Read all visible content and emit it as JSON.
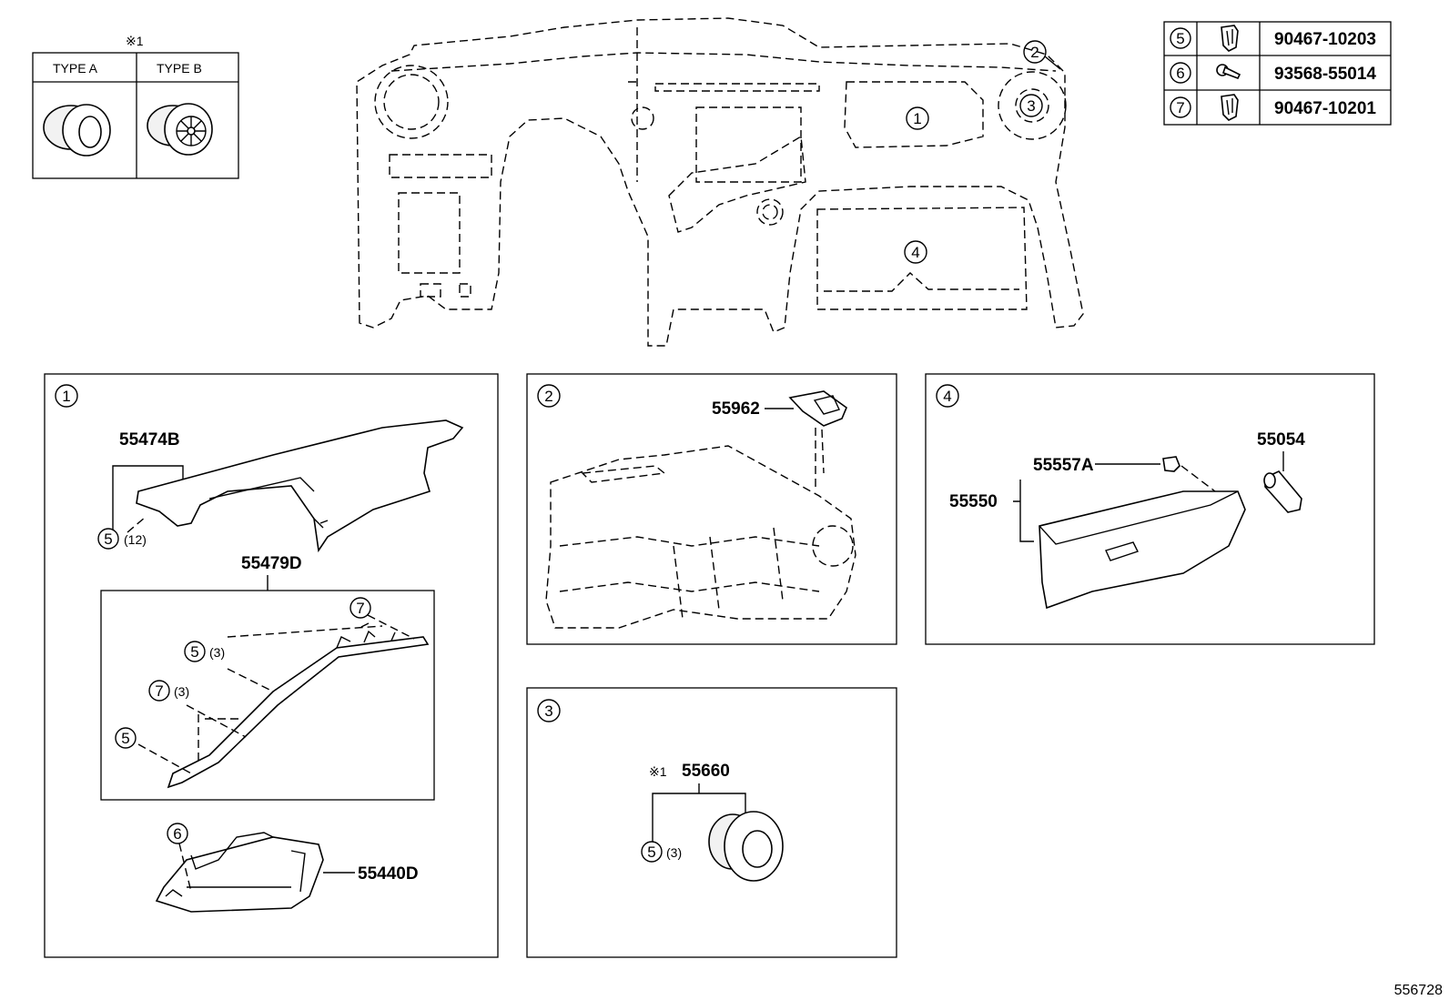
{
  "type_legend": {
    "note_mark": "※1",
    "type_a": "TYPE  A",
    "type_b": "TYPE  B"
  },
  "fastener_table": [
    {
      "ref": "5",
      "part_number": "90467-10203",
      "icon": "clip-icon"
    },
    {
      "ref": "6",
      "part_number": "93568-55014",
      "icon": "screw-icon"
    },
    {
      "ref": "7",
      "part_number": "90467-10201",
      "icon": "clip-icon"
    }
  ],
  "overview_callouts": [
    "1",
    "2",
    "3",
    "4"
  ],
  "panel1": {
    "number": "1",
    "part_upper": "55474B",
    "upper_ref": "5",
    "upper_qty": "(12)",
    "part_lower": "55479D",
    "lower_refs": [
      {
        "ref": "7",
        "qty": ""
      },
      {
        "ref": "5",
        "qty": "(3)"
      },
      {
        "ref": "7",
        "qty": "(3)"
      },
      {
        "ref": "5",
        "qty": ""
      }
    ],
    "screw_ref": "6",
    "part_box": "55440D"
  },
  "panel2": {
    "number": "2",
    "part": "55962"
  },
  "panel3": {
    "number": "3",
    "note_mark": "※1",
    "part": "55660",
    "ref": "5",
    "qty": "(3)"
  },
  "panel4": {
    "number": "4",
    "part_box": "55550",
    "part_latch": "55557A",
    "part_damper": "55054"
  },
  "diagram_id": "556728"
}
